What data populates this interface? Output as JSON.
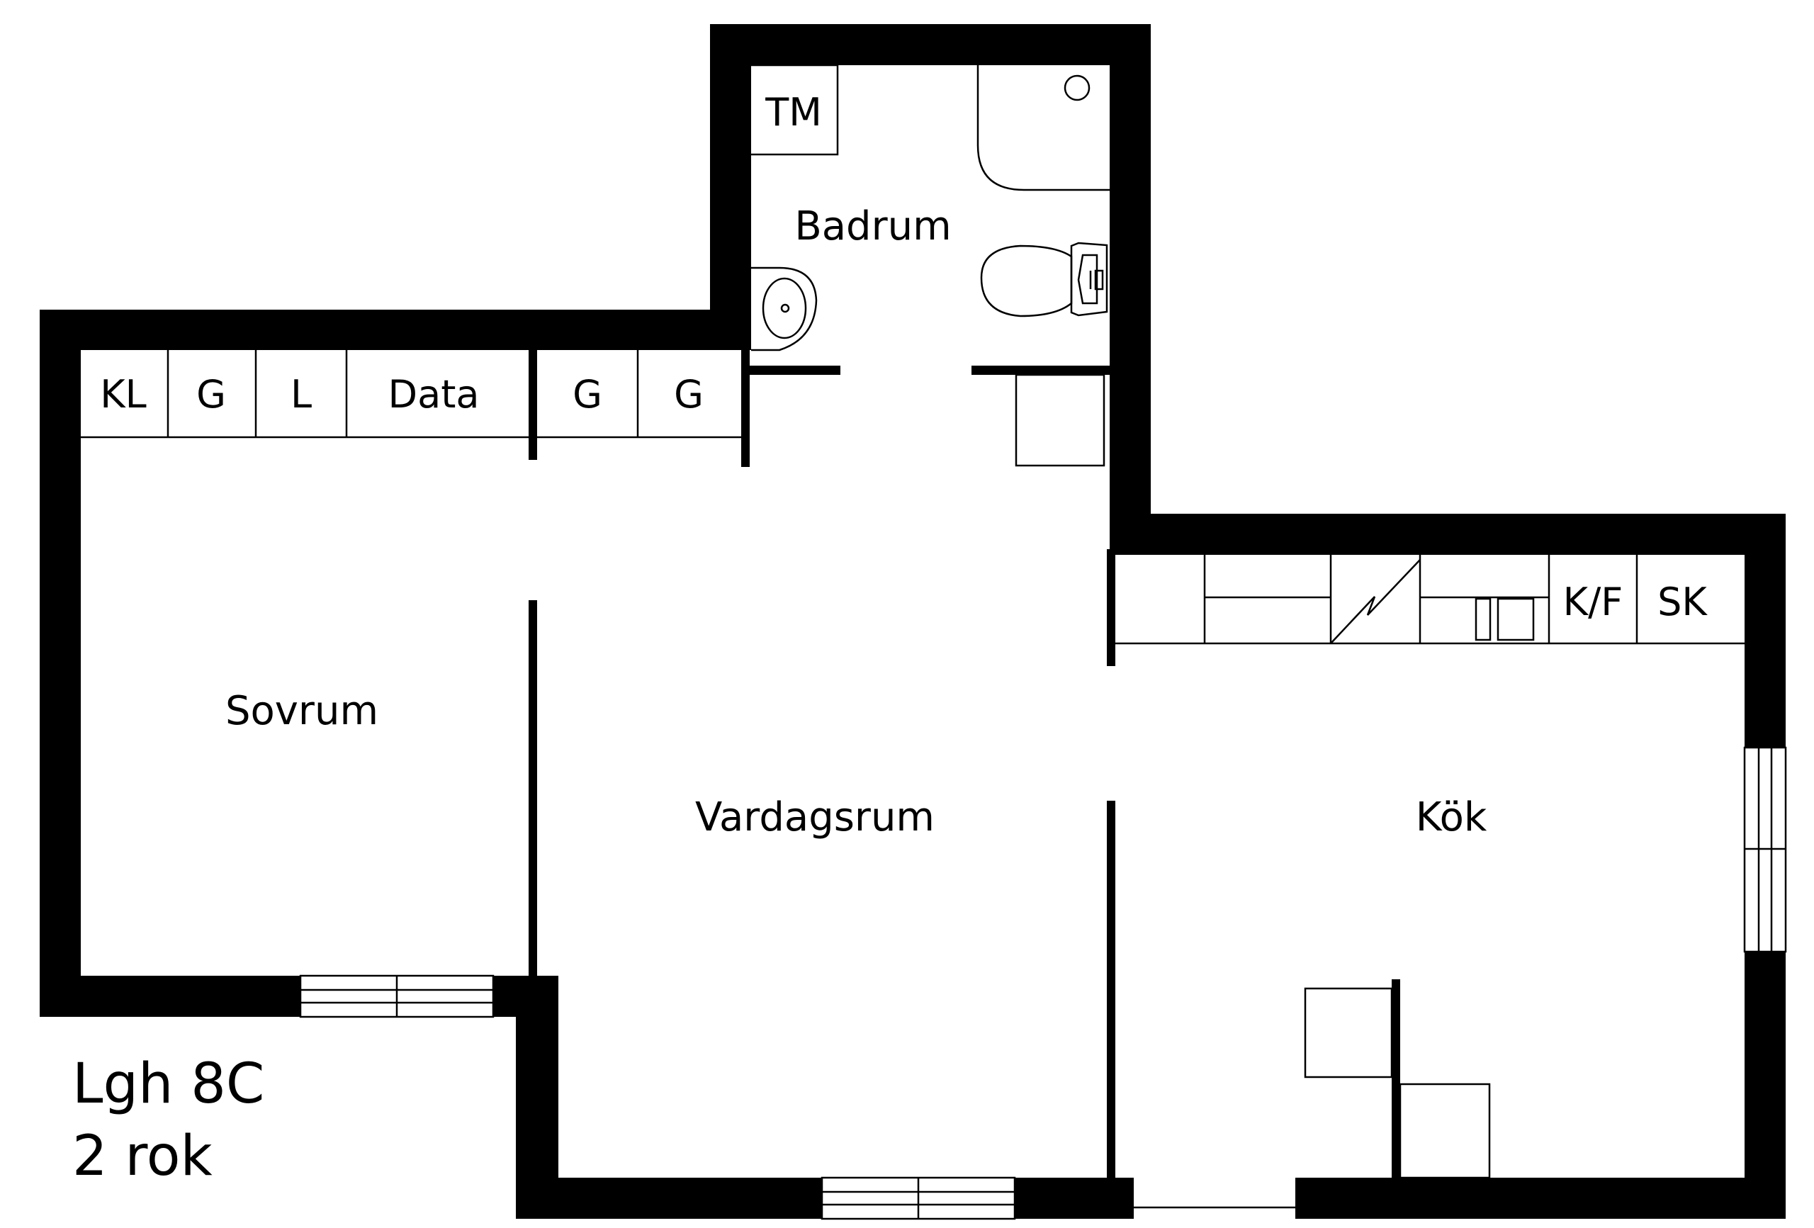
{
  "plan": {
    "apartment": "Lgh 8C",
    "layout": "2 rok",
    "colors": {
      "wall": "#000000",
      "background": "#ffffff",
      "line": "#000000"
    }
  },
  "rooms": {
    "bathroom": "Badrum",
    "bedroom": "Sovrum",
    "living": "Vardagsrum",
    "kitchen": "Kök"
  },
  "storage": {
    "kl": "KL",
    "g1": "G",
    "l": "L",
    "data": "Data",
    "g2": "G",
    "g3": "G",
    "tm": "TM",
    "kf": "K/F",
    "sk": "SK"
  }
}
